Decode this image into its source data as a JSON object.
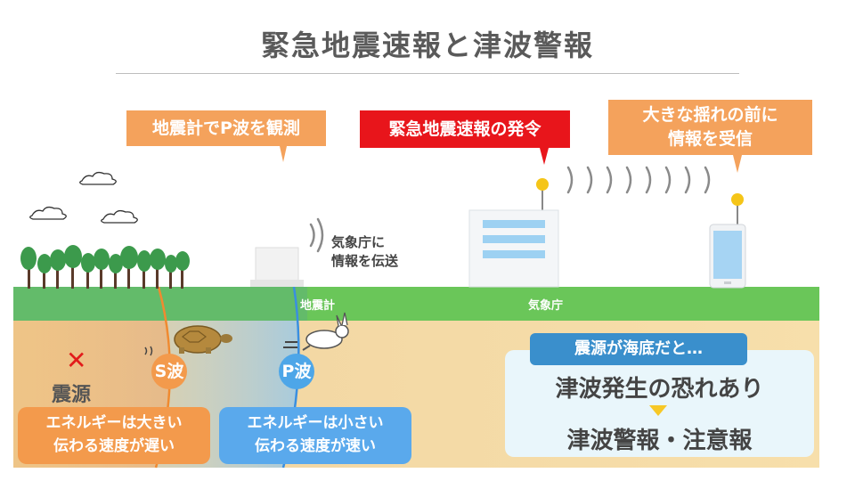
{
  "title": "緊急地震速報と津波警報",
  "callouts": {
    "seismometer": "地震計でP波を観測",
    "issue": "緊急地震速報の発令",
    "receive_line1": "大きな揺れの前に",
    "receive_line2": "情報を受信"
  },
  "transfer_label": {
    "line1": "気象庁に",
    "line2": "情報を伝送"
  },
  "ground_labels": {
    "seismometer": "地震計",
    "agency": "気象庁"
  },
  "epicenter": {
    "mark": "✕",
    "label": "震源"
  },
  "waves": {
    "s_wave": {
      "label": "S波",
      "desc_line1": "エネルギーは大きい",
      "desc_line2": "伝わる速度が遅い",
      "color": "#f39a4c"
    },
    "p_wave": {
      "label": "P波",
      "desc_line1": "エネルギーは小さい",
      "desc_line2": "伝わる速度が速い",
      "color": "#4da6e8"
    }
  },
  "tsunami": {
    "heading": "震源が海底だと…",
    "line1": "津波発生の恐れあり",
    "line2": "津波警報・注意報"
  },
  "colors": {
    "ground_green": "#6ac659",
    "soil": "#f7dca0",
    "orange": "#f4a25c",
    "red": "#e8151b",
    "blue": "#3a8fcc"
  }
}
